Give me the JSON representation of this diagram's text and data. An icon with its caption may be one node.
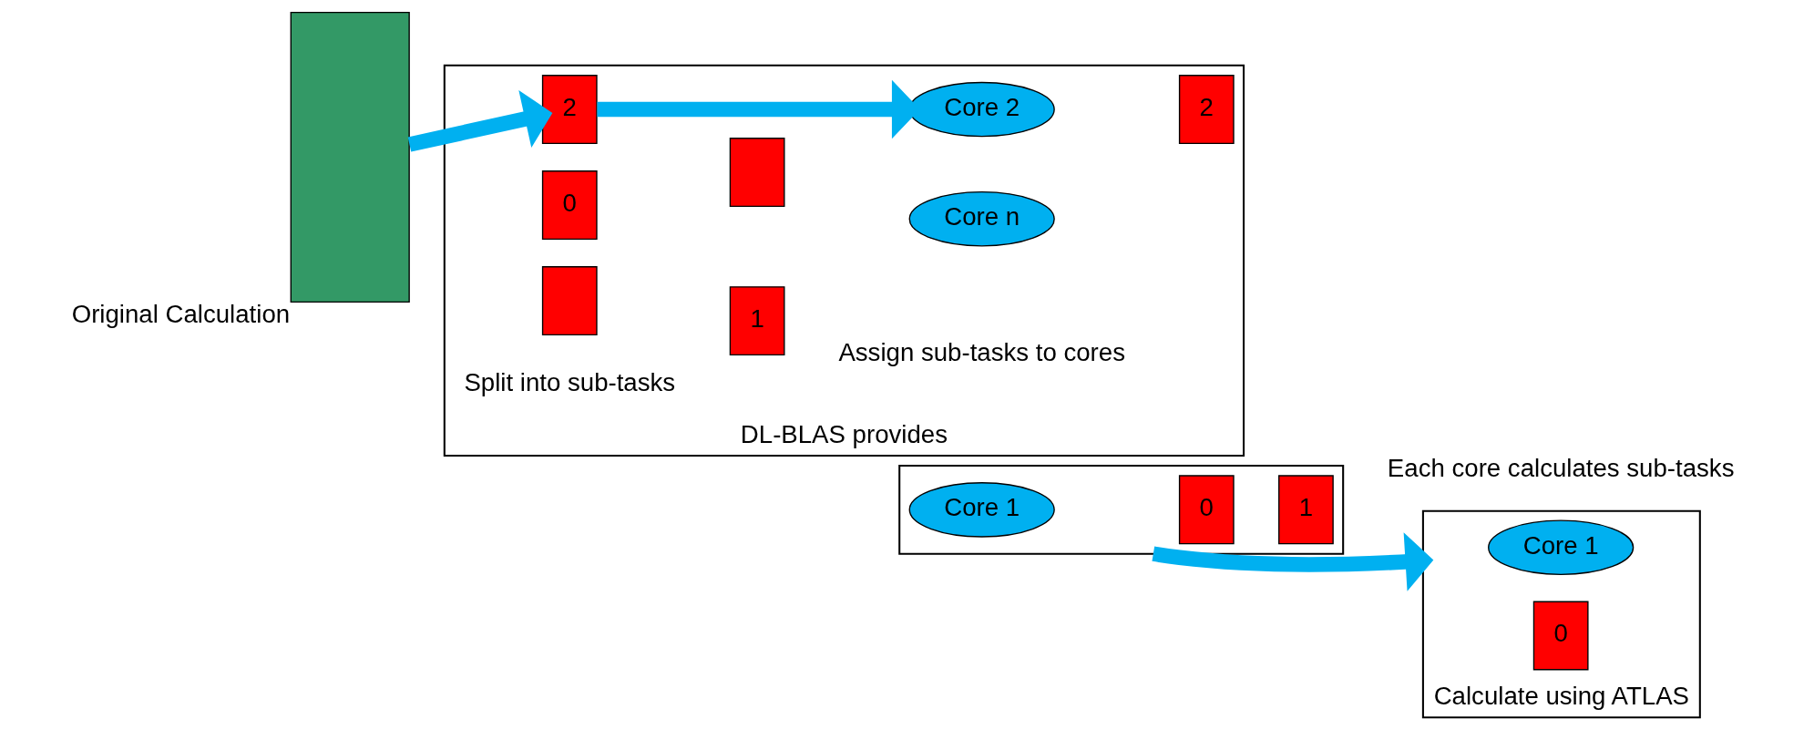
{
  "diagram": {
    "nodes": [
      {
        "text": [
          "Original Calculation"
        ]
      },
      {
        "text": [
          "DL-BLAS provides"
        ]
      },
      {
        "text": [
          "0"
        ],
        "in": 1
      },
      {
        "text": [
          "1"
        ],
        "in": 1
      },
      {
        "text": [
          "2"
        ],
        "in": 1
      },
      {
        "text": [],
        "shape": "box",
        "in": 1
      },
      {
        "text": [],
        "shape": "box",
        "in": 1
      },
      {
        "text": [],
        "shape": "box"
      },
      {
        "text": [
          "Core 1"
        ],
        "in": 7
      },
      {
        "text": [
          "0"
        ],
        "in": 7
      },
      {
        "text": [
          "1"
        ],
        "in": 7
      },
      {
        "text": [
          "Core 2"
        ],
        "in": 1
      },
      {
        "text": [
          "2"
        ],
        "in": 1
      },
      {
        "text": [
          "Core n"
        ],
        "in": 1
      },
      {
        "text": [
          "Calculate using ATLAS"
        ],
        "beside": [
          "Each core calculates sub-tasks"
        ]
      },
      {
        "text": [
          "Core 1"
        ],
        "in": 14
      },
      {
        "text": [
          "0"
        ],
        "in": 14
      }
    ],
    "edges": [
      {
        "from": 0,
        "to": 4,
        "arrow": "to"
      },
      {
        "from": 4,
        "to": 11,
        "arrow": "to"
      },
      {
        "from": 7,
        "to": 14,
        "arrow": "to"
      }
    ],
    "labels": [
      "Split into sub-tasks",
      "Assign sub-tasks to cores"
    ]
  }
}
